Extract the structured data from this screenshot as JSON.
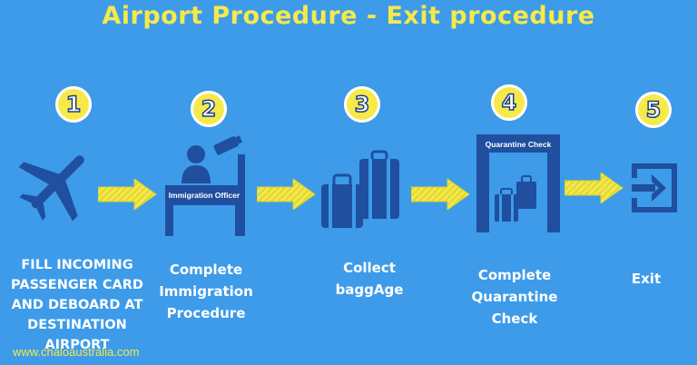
{
  "title": "Airport Procedure - Exit procedure",
  "colors": {
    "background": "#3d9be9",
    "title": "#f6e94a",
    "icon": "#1f4f9e",
    "arrow": "#f5ea4a"
  },
  "steps": [
    {
      "number": "1",
      "icon": "airplane-icon",
      "lines": [
        "FILL INCOMING",
        "PASSENGER CARD",
        "AND DEBOARD AT",
        "DESTINATION AIRPORT"
      ]
    },
    {
      "number": "2",
      "icon": "immigration-officer-icon",
      "icon_label": "Immigration Officer",
      "lines": [
        "Complete",
        "Immigration",
        "Procedure"
      ]
    },
    {
      "number": "3",
      "icon": "baggage-icon",
      "lines": [
        "Collect",
        "baggAge"
      ]
    },
    {
      "number": "4",
      "icon": "quarantine-gate-icon",
      "icon_label": "Quarantine Check",
      "lines": [
        "Complete",
        "Quarantine",
        "Check"
      ]
    },
    {
      "number": "5",
      "icon": "exit-icon",
      "lines": [
        "Exit"
      ]
    }
  ],
  "footer": "www.chaloaustralia.com"
}
